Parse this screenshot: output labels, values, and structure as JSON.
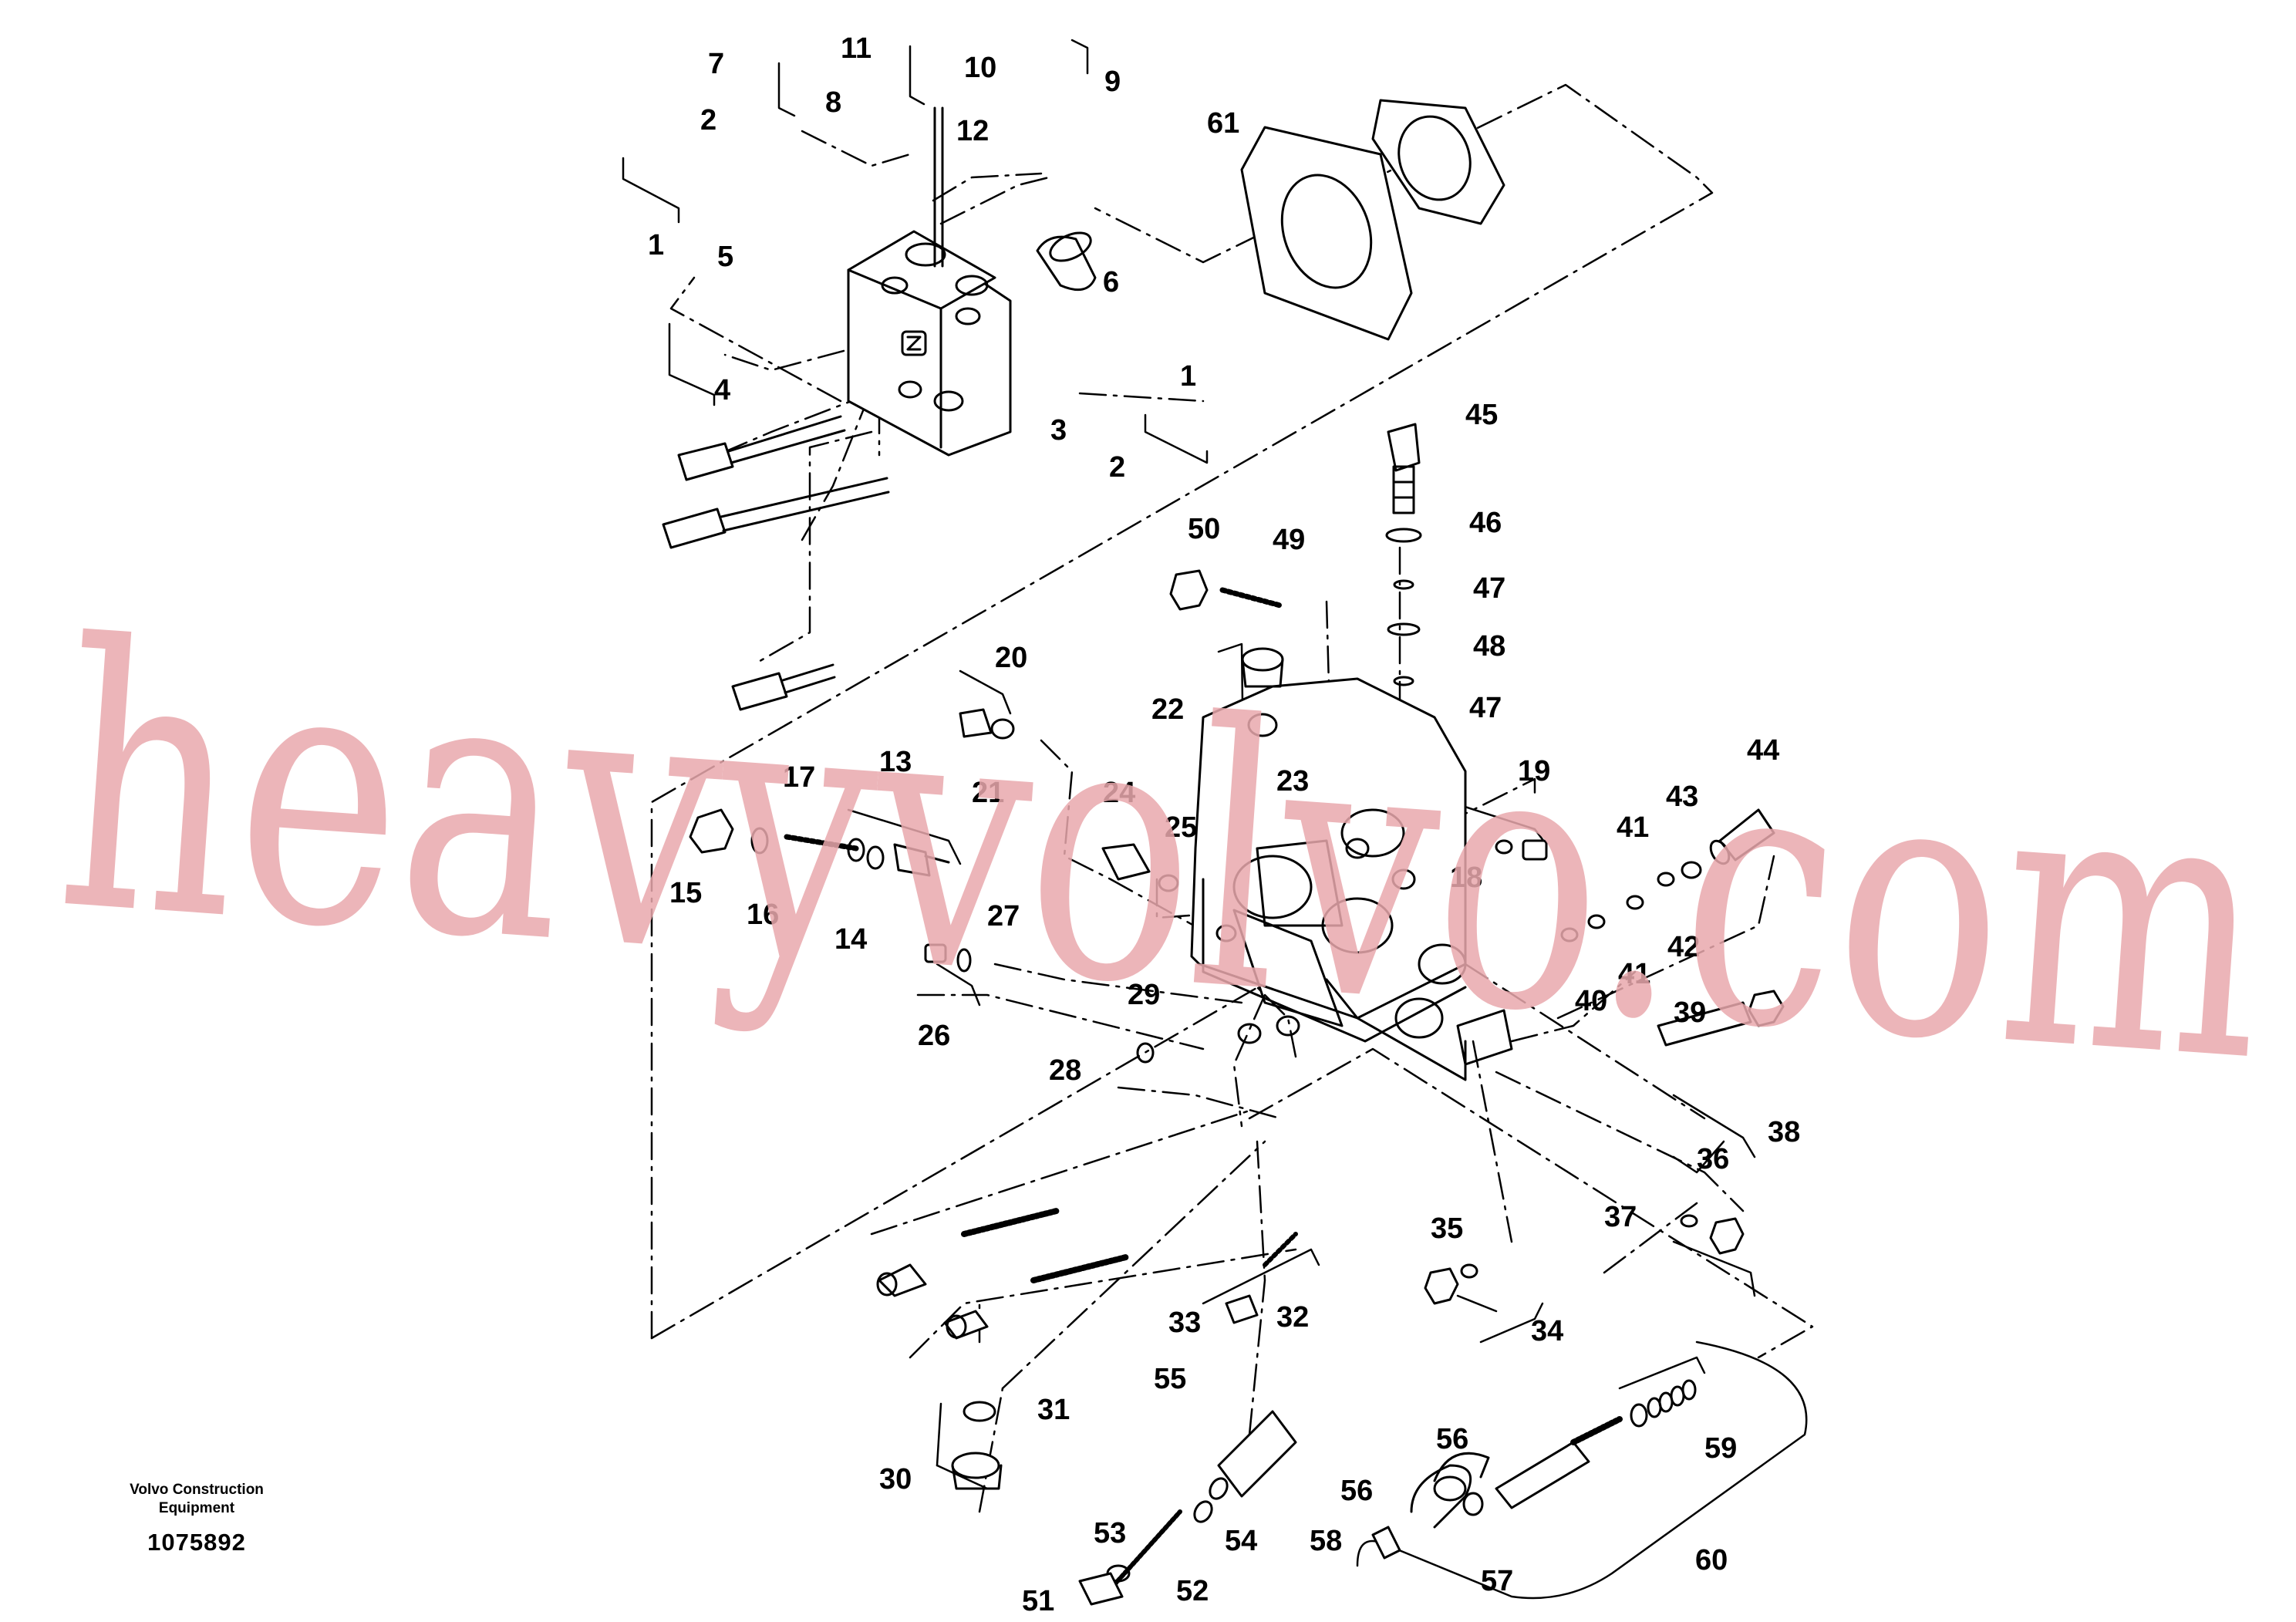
{
  "diagram": {
    "callouts": [
      "1",
      "2",
      "3",
      "4",
      "5",
      "6",
      "7",
      "8",
      "9",
      "10",
      "11",
      "12",
      "13",
      "14",
      "15",
      "16",
      "17",
      "18",
      "19",
      "20",
      "21",
      "22",
      "23",
      "24",
      "25",
      "26",
      "27",
      "28",
      "29",
      "30",
      "31",
      "32",
      "33",
      "34",
      "35",
      "36",
      "37",
      "38",
      "39",
      "40",
      "41",
      "42",
      "43",
      "44",
      "45",
      "46",
      "47",
      "48",
      "49",
      "50",
      "51",
      "52",
      "53",
      "54",
      "55",
      "56",
      "57",
      "58",
      "59",
      "60",
      "61"
    ]
  },
  "footer": {
    "company_line1": "Volvo Construction",
    "company_line2": "Equipment",
    "document_number": "1075892"
  },
  "watermark": {
    "text": "heavyvolvo.com",
    "color": "#e9a9ad"
  },
  "colors": {
    "ink": "#000000",
    "background": "#ffffff"
  }
}
